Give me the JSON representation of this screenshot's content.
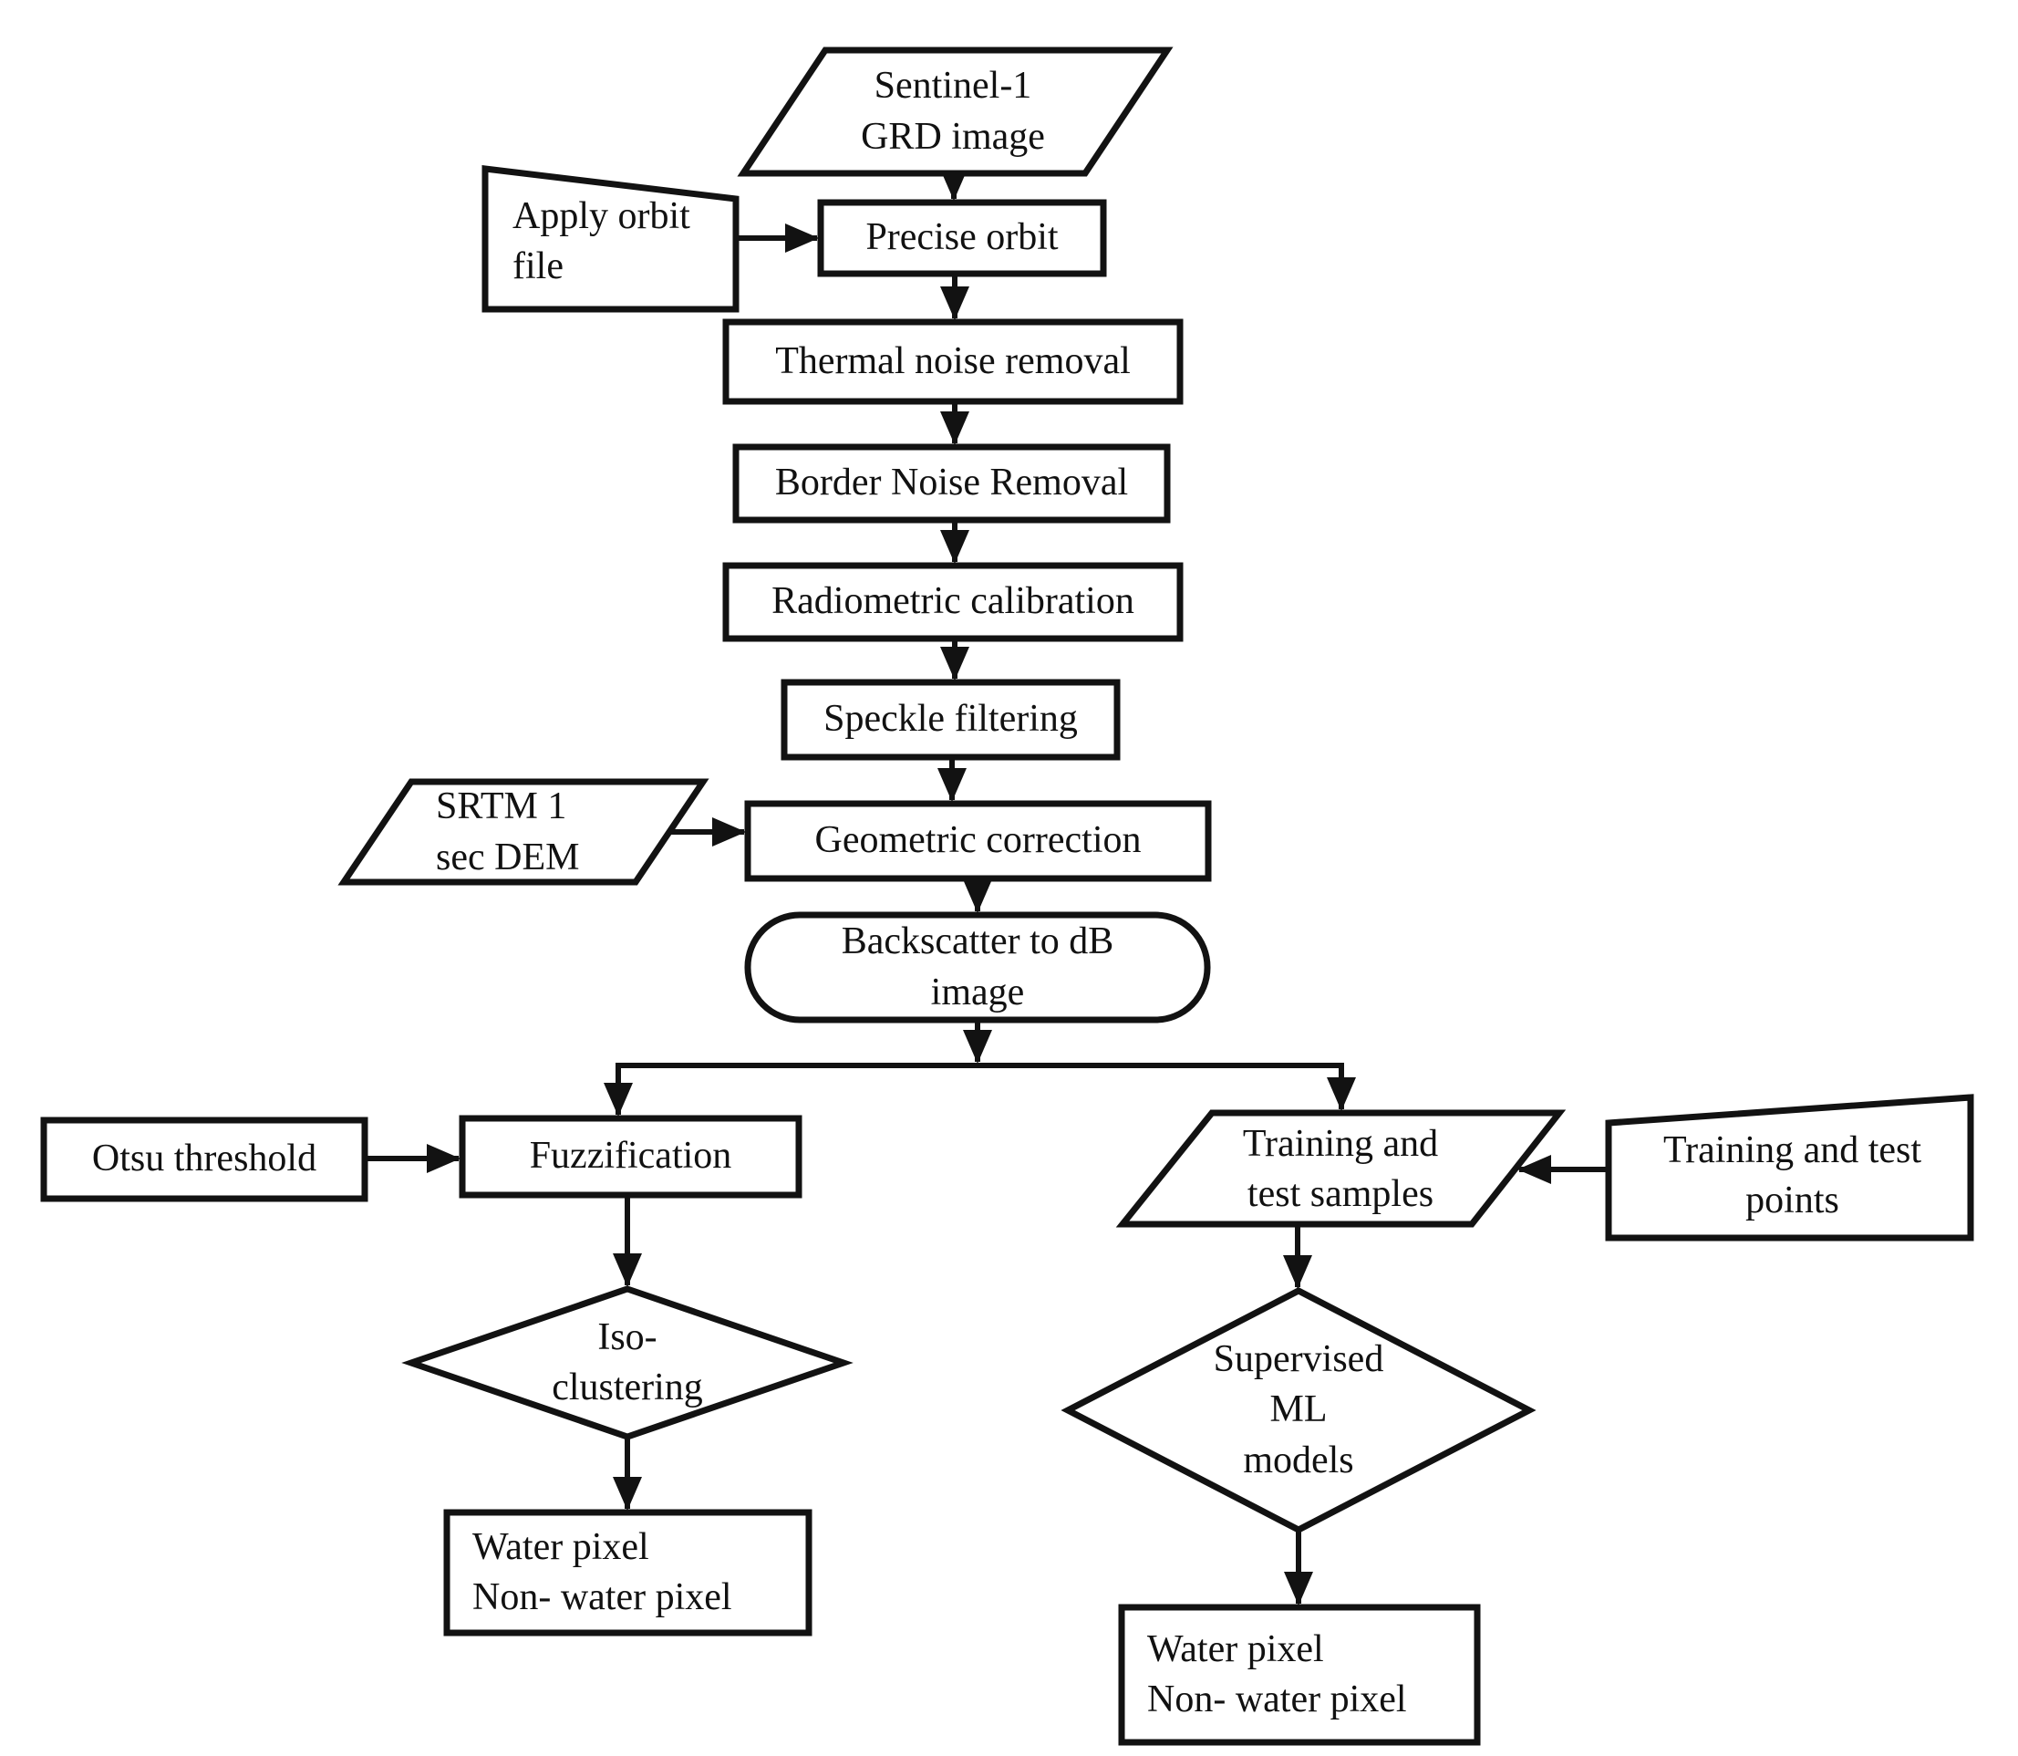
{
  "diagram": {
    "type": "flowchart",
    "background_color": "#ffffff",
    "stroke_color": "#121212",
    "text_color": "#111111",
    "nodes": [
      {
        "id": "sentinel-1-grd-image",
        "shape": "parallelogram",
        "label": "Sentinel-1\nGRD image"
      },
      {
        "id": "apply-orbit-file",
        "shape": "trapezoid",
        "label": "Apply orbit\nfile"
      },
      {
        "id": "precise-orbit",
        "shape": "rectangle",
        "label": "Precise orbit"
      },
      {
        "id": "thermal-noise-removal",
        "shape": "rectangle",
        "label": "Thermal noise removal"
      },
      {
        "id": "border-noise-removal",
        "shape": "rectangle",
        "label": "Border Noise Removal"
      },
      {
        "id": "radiometric-calibration",
        "shape": "rectangle",
        "label": "Radiometric calibration"
      },
      {
        "id": "speckle-filtering",
        "shape": "rectangle",
        "label": "Speckle filtering"
      },
      {
        "id": "srtm-1-sec-dem",
        "shape": "parallelogram",
        "label": "SRTM 1\nsec DEM"
      },
      {
        "id": "geometric-correction",
        "shape": "rectangle",
        "label": "Geometric correction"
      },
      {
        "id": "backscatter-to-db-image",
        "shape": "stadium",
        "label": "Backscatter to dB\nimage"
      },
      {
        "id": "otsu-threshold",
        "shape": "rectangle",
        "label": "Otsu threshold"
      },
      {
        "id": "fuzzification",
        "shape": "rectangle",
        "label": "Fuzzification"
      },
      {
        "id": "iso-clustering",
        "shape": "diamond",
        "label": "Iso-\nclustering"
      },
      {
        "id": "water-pixel-left",
        "shape": "rectangle",
        "label": "Water pixel\nNon- water pixel"
      },
      {
        "id": "training-and-test-samples",
        "shape": "parallelogram",
        "label": "Training and\ntest samples"
      },
      {
        "id": "training-and-test-points",
        "shape": "trapezoid",
        "label": "Training and test\npoints"
      },
      {
        "id": "supervised-ml-models",
        "shape": "diamond",
        "label": "Supervised\nML\nmodels"
      },
      {
        "id": "water-pixel-right",
        "shape": "rectangle",
        "label": "Water pixel\nNon- water pixel"
      }
    ],
    "edges": [
      {
        "from": "sentinel-1-grd-image",
        "to": "precise-orbit"
      },
      {
        "from": "apply-orbit-file",
        "to": "precise-orbit"
      },
      {
        "from": "precise-orbit",
        "to": "thermal-noise-removal"
      },
      {
        "from": "thermal-noise-removal",
        "to": "border-noise-removal"
      },
      {
        "from": "border-noise-removal",
        "to": "radiometric-calibration"
      },
      {
        "from": "radiometric-calibration",
        "to": "speckle-filtering"
      },
      {
        "from": "speckle-filtering",
        "to": "geometric-correction"
      },
      {
        "from": "srtm-1-sec-dem",
        "to": "geometric-correction"
      },
      {
        "from": "geometric-correction",
        "to": "backscatter-to-db-image"
      },
      {
        "from": "backscatter-to-db-image",
        "to": "fuzzification"
      },
      {
        "from": "backscatter-to-db-image",
        "to": "training-and-test-samples"
      },
      {
        "from": "otsu-threshold",
        "to": "fuzzification"
      },
      {
        "from": "fuzzification",
        "to": "iso-clustering"
      },
      {
        "from": "iso-clustering",
        "to": "water-pixel-left"
      },
      {
        "from": "training-and-test-points",
        "to": "training-and-test-samples"
      },
      {
        "from": "training-and-test-samples",
        "to": "supervised-ml-models"
      },
      {
        "from": "supervised-ml-models",
        "to": "water-pixel-right"
      }
    ]
  }
}
